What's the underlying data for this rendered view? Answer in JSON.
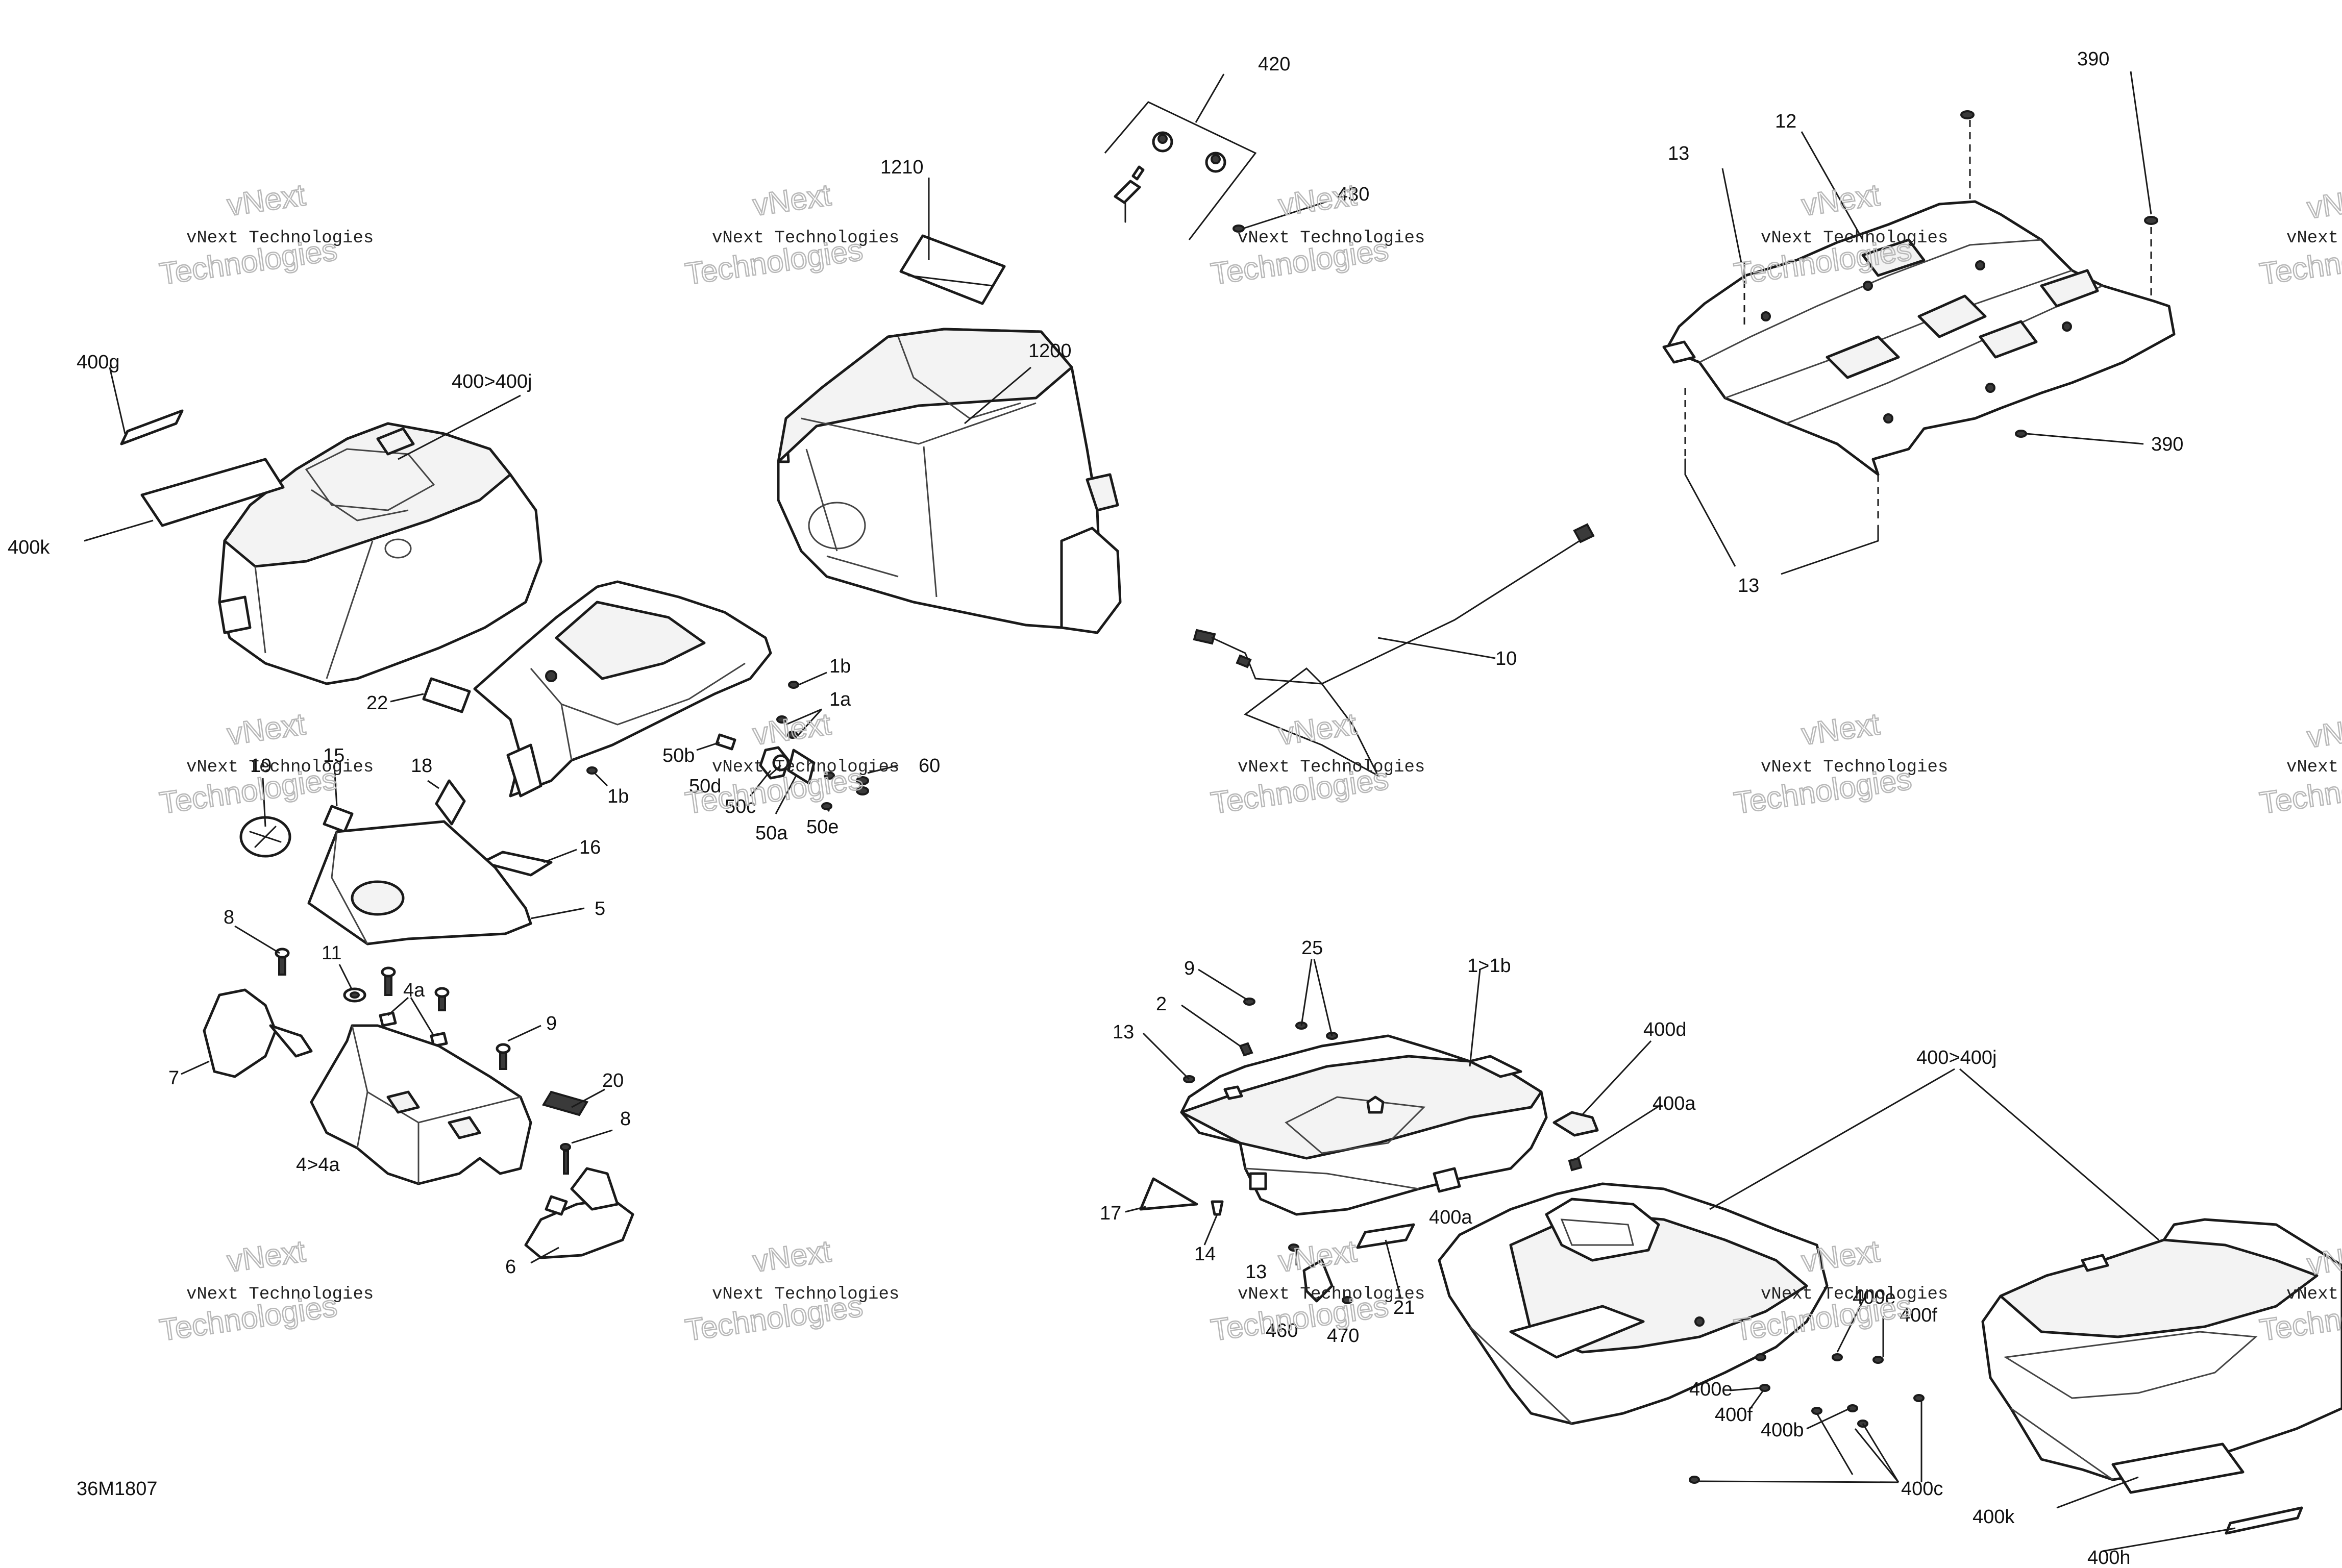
{
  "drawing_number": "36M1807",
  "watermark": {
    "line1": "vNext Technologies",
    "line2": "vNext",
    "line3": "Technologies"
  },
  "callouts": [
    {
      "id": "c-420",
      "text": "420"
    },
    {
      "id": "c-430",
      "text": "430"
    },
    {
      "id": "c-1210",
      "text": "1210"
    },
    {
      "id": "c-1200",
      "text": "1200"
    },
    {
      "id": "c-390a",
      "text": "390"
    },
    {
      "id": "c-390b",
      "text": "390"
    },
    {
      "id": "c-12",
      "text": "12"
    },
    {
      "id": "c-13a",
      "text": "13"
    },
    {
      "id": "c-13b",
      "text": "13"
    },
    {
      "id": "c-10",
      "text": "10"
    },
    {
      "id": "c-400g",
      "text": "400g"
    },
    {
      "id": "c-400-400j-a",
      "text": "400>400j"
    },
    {
      "id": "c-400k-a",
      "text": "400k"
    },
    {
      "id": "c-22",
      "text": "22"
    },
    {
      "id": "c-1b-a",
      "text": "1b"
    },
    {
      "id": "c-1a",
      "text": "1a"
    },
    {
      "id": "c-1b-b",
      "text": "1b"
    },
    {
      "id": "c-50b",
      "text": "50b"
    },
    {
      "id": "c-50d",
      "text": "50d"
    },
    {
      "id": "c-50c",
      "text": "50c"
    },
    {
      "id": "c-50a",
      "text": "50a"
    },
    {
      "id": "c-50e",
      "text": "50e"
    },
    {
      "id": "c-60",
      "text": "60"
    },
    {
      "id": "c-19",
      "text": "19"
    },
    {
      "id": "c-15",
      "text": "15"
    },
    {
      "id": "c-18",
      "text": "18"
    },
    {
      "id": "c-16",
      "text": "16"
    },
    {
      "id": "c-5",
      "text": "5"
    },
    {
      "id": "c-8a",
      "text": "8"
    },
    {
      "id": "c-11",
      "text": "11"
    },
    {
      "id": "c-4a",
      "text": "4a"
    },
    {
      "id": "c-9a",
      "text": "9"
    },
    {
      "id": "c-7",
      "text": "7"
    },
    {
      "id": "c-20",
      "text": "20"
    },
    {
      "id": "c-8b",
      "text": "8"
    },
    {
      "id": "c-4-4a",
      "text": "4>4a"
    },
    {
      "id": "c-6",
      "text": "6"
    },
    {
      "id": "c-9b",
      "text": "9"
    },
    {
      "id": "c-25",
      "text": "25"
    },
    {
      "id": "c-1-1b",
      "text": "1>1b"
    },
    {
      "id": "c-2",
      "text": "2"
    },
    {
      "id": "c-13c",
      "text": "13"
    },
    {
      "id": "c-400d",
      "text": "400d"
    },
    {
      "id": "c-400a-a",
      "text": "400a"
    },
    {
      "id": "c-400a-b",
      "text": "400a"
    },
    {
      "id": "c-400-400j-b",
      "text": "400>400j"
    },
    {
      "id": "c-17",
      "text": "17"
    },
    {
      "id": "c-14",
      "text": "14"
    },
    {
      "id": "c-13d",
      "text": "13"
    },
    {
      "id": "c-460",
      "text": "460"
    },
    {
      "id": "c-470",
      "text": "470"
    },
    {
      "id": "c-21",
      "text": "21"
    },
    {
      "id": "c-400e-a",
      "text": "400e"
    },
    {
      "id": "c-400f-a",
      "text": "400f"
    },
    {
      "id": "c-400e-b",
      "text": "400e"
    },
    {
      "id": "c-400f-b",
      "text": "400f"
    },
    {
      "id": "c-400b",
      "text": "400b"
    },
    {
      "id": "c-400c",
      "text": "400c"
    },
    {
      "id": "c-400k-b",
      "text": "400k"
    },
    {
      "id": "c-400h",
      "text": "400h"
    }
  ]
}
